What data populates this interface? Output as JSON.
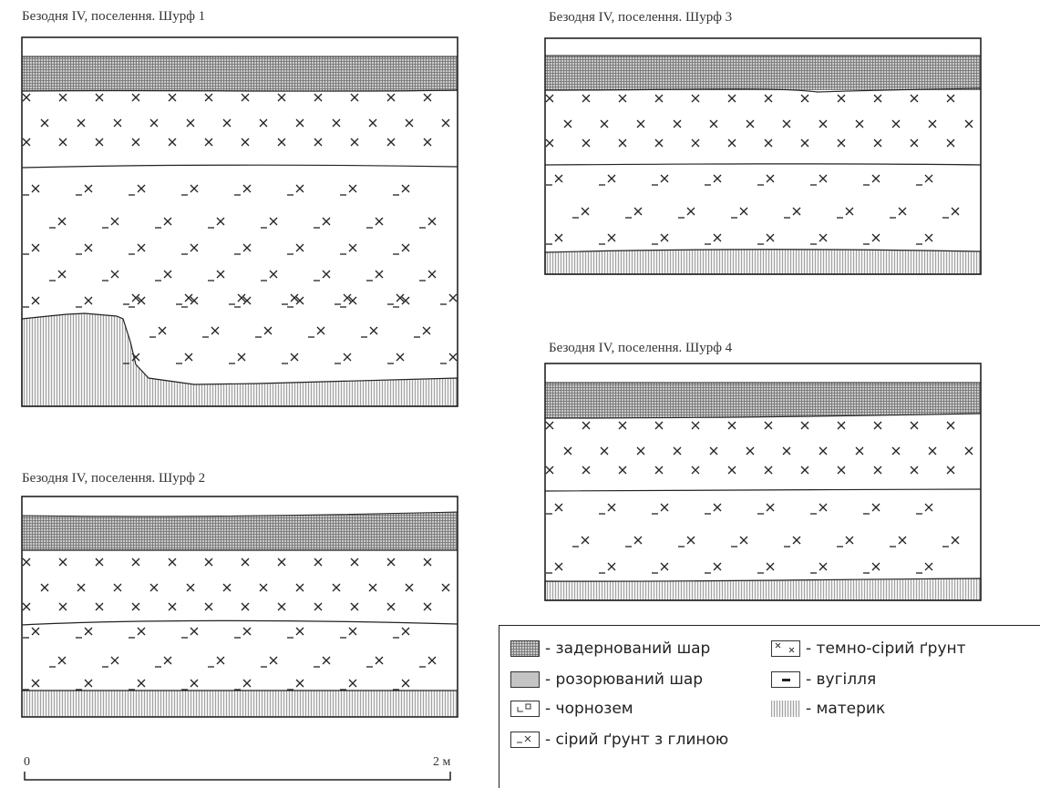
{
  "sections": [
    {
      "id": "s1",
      "title": "Безодня IV, поселення. Шурф 1"
    },
    {
      "id": "s2",
      "title": "Безодня IV, поселення. Шурф 2"
    },
    {
      "id": "s3",
      "title": "Безодня IV, поселення. Шурф 3"
    },
    {
      "id": "s4",
      "title": "Безодня IV, поселення. Шурф 4"
    }
  ],
  "legend": {
    "turf": "- задернований шар",
    "plowed": "- розорюваний шар",
    "chernozem": "- чорнозем",
    "gray_clay": "- сірий ґрунт з глиною",
    "dark_gray": "- темно-сірий ґрунт",
    "charcoal": "- вугілля",
    "bedrock": "- материк"
  },
  "scale": {
    "start": "0",
    "end": "2 м"
  },
  "colors": {
    "line": "#222222",
    "turf_fill": "#b8b8b8",
    "plowed_fill": "#c4c4c4",
    "bedrock_fill": "#e6e6e6"
  }
}
